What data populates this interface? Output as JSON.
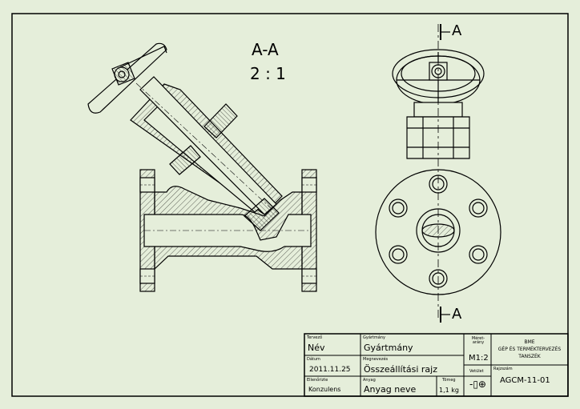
{
  "section_view": {
    "label": "A-A",
    "scale": "2 : 1"
  },
  "cut_marks": {
    "top": "A",
    "bottom": "A"
  },
  "title_block": {
    "drawn_by_label": "Tervező",
    "drawn_by": "Név",
    "product_label": "Gyártmány",
    "product": "Gyártmány",
    "date_label": "Dátum",
    "date": "2011.11.25",
    "title_label": "Megnevezés",
    "title": "Összeállítási rajz",
    "checked_label": "Ellenőrizte",
    "checked_by": "Konzulens",
    "material_label": "Anyag",
    "material": "Anyag neve",
    "mass_label": "Tömeg",
    "mass": "1,1 kg",
    "scale_label": "Méret-arány",
    "scale": "M1:2",
    "projection_label": "Vetület",
    "org_line1": "BME",
    "org_line2": "GÉP ÉS TERMÉKTERVEZÉS",
    "org_line3": "TANSZÉK",
    "drawing_no_label": "Rajzszám",
    "drawing_no": "AGCM-11-01"
  },
  "colors": {
    "background": "#e5eeda",
    "line": "#000000"
  }
}
